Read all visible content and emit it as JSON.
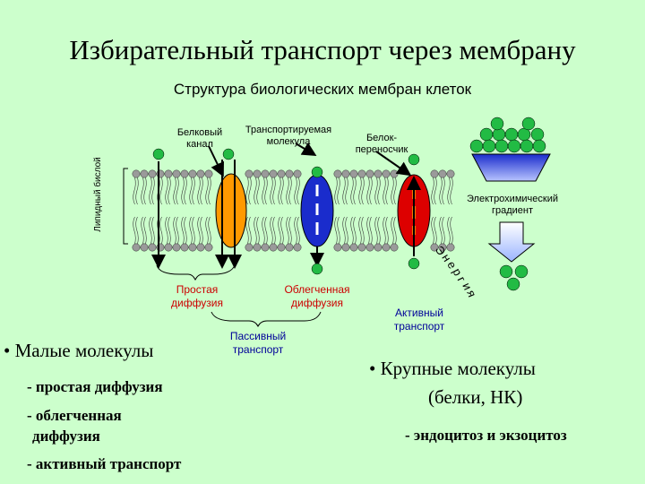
{
  "slide": {
    "title": "Избирательный транспорт через мембрану",
    "subtitle": "Структура биологических мембран клеток"
  },
  "labels": {
    "protein_channel": "Белковый канал",
    "transported_molecule": "Транспортируемая молекула",
    "carrier_protein": "Белок-переносчик",
    "lipid_bilayer": "Липидный бислой",
    "electrochemical_gradient": "Электрохимический градиент",
    "energy": "Энергия",
    "simple_diffusion": "Простая диффузия",
    "facilitated_diffusion": "Облегченная диффузия",
    "passive_transport": "Пассивный транспорт",
    "active_transport": "Активный транспорт"
  },
  "left_list": {
    "heading": "• Малые молекулы",
    "items": [
      "- простая диффузия",
      "- облегченная",
      "диффузия",
      "- активный транспорт"
    ]
  },
  "right_list": {
    "heading": "• Крупные молекулы",
    "heading2": "(белки, НК)",
    "item": "- эндоцитоз и экзоцитоз"
  },
  "colors": {
    "background": "#ccffcc",
    "membrane": "#9a9a9a",
    "molecule": "#22bb44",
    "channel": "#ff9900",
    "facilitated_carrier": "#1a2ccc",
    "active_carrier": "#dd0000",
    "gradient_top": "#1a2ccc",
    "gradient_bottom": "#ffffff",
    "accent_text": "#cc0000",
    "passive_text": "#000099"
  },
  "icons": [
    "arrow-icon",
    "gradient-arrow-icon",
    "molecule-icon",
    "bracket-icon"
  ]
}
